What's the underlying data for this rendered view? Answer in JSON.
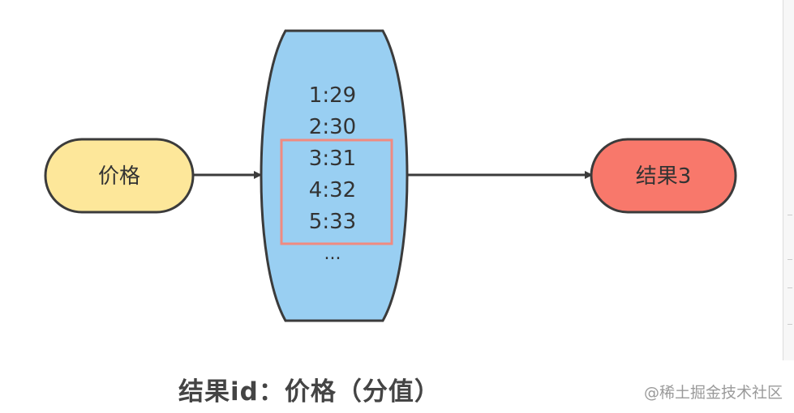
{
  "diagram": {
    "input_node": {
      "label": "价格",
      "fill": "#fde79a",
      "stroke": "#3b3b3b"
    },
    "store": {
      "fill": "#99cff2",
      "stroke": "#3b3b3b",
      "rows": [
        "1:29",
        "2:30",
        "3:31",
        "4:32",
        "5:33"
      ],
      "ellipsis": "...",
      "highlight_color": "#f08a80"
    },
    "output_node": {
      "label": "结果3",
      "fill": "#f8786b",
      "stroke": "#3b3b3b"
    },
    "arrow_color": "#3b3b3b"
  },
  "caption": "结果id：价格（分值）",
  "watermark": "@稀土掘金技术社区"
}
